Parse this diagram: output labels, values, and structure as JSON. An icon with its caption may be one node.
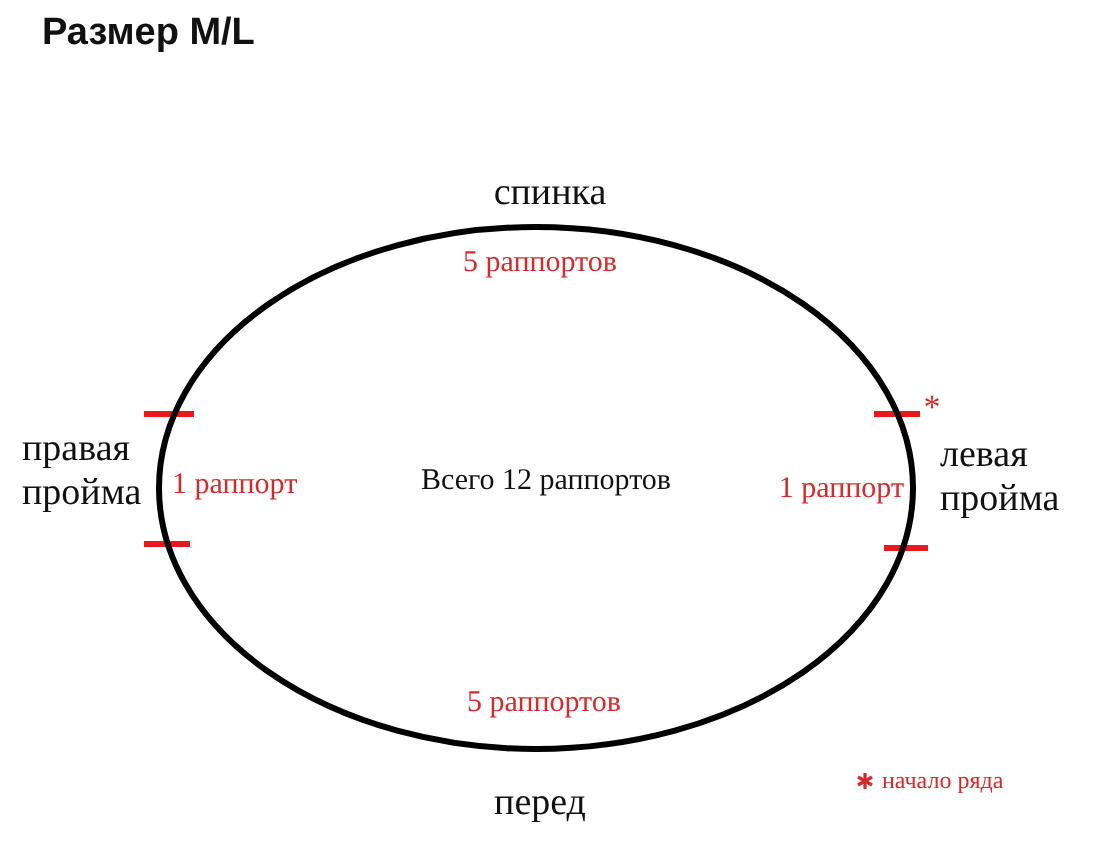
{
  "diagram": {
    "title": "Размер M/L",
    "nodes": [
      {
        "text": [
          "5 раппортов",
          "1 раппорт",
          "Всего 12 раппортов",
          "1 раппорт",
          "5 раппортов"
        ],
        "beside": [
          "спинка",
          "*",
          "правая пройма",
          "левая пройма",
          "перед"
        ]
      }
    ],
    "legend": [
      {
        "text": "начало ряда"
      }
    ]
  }
}
